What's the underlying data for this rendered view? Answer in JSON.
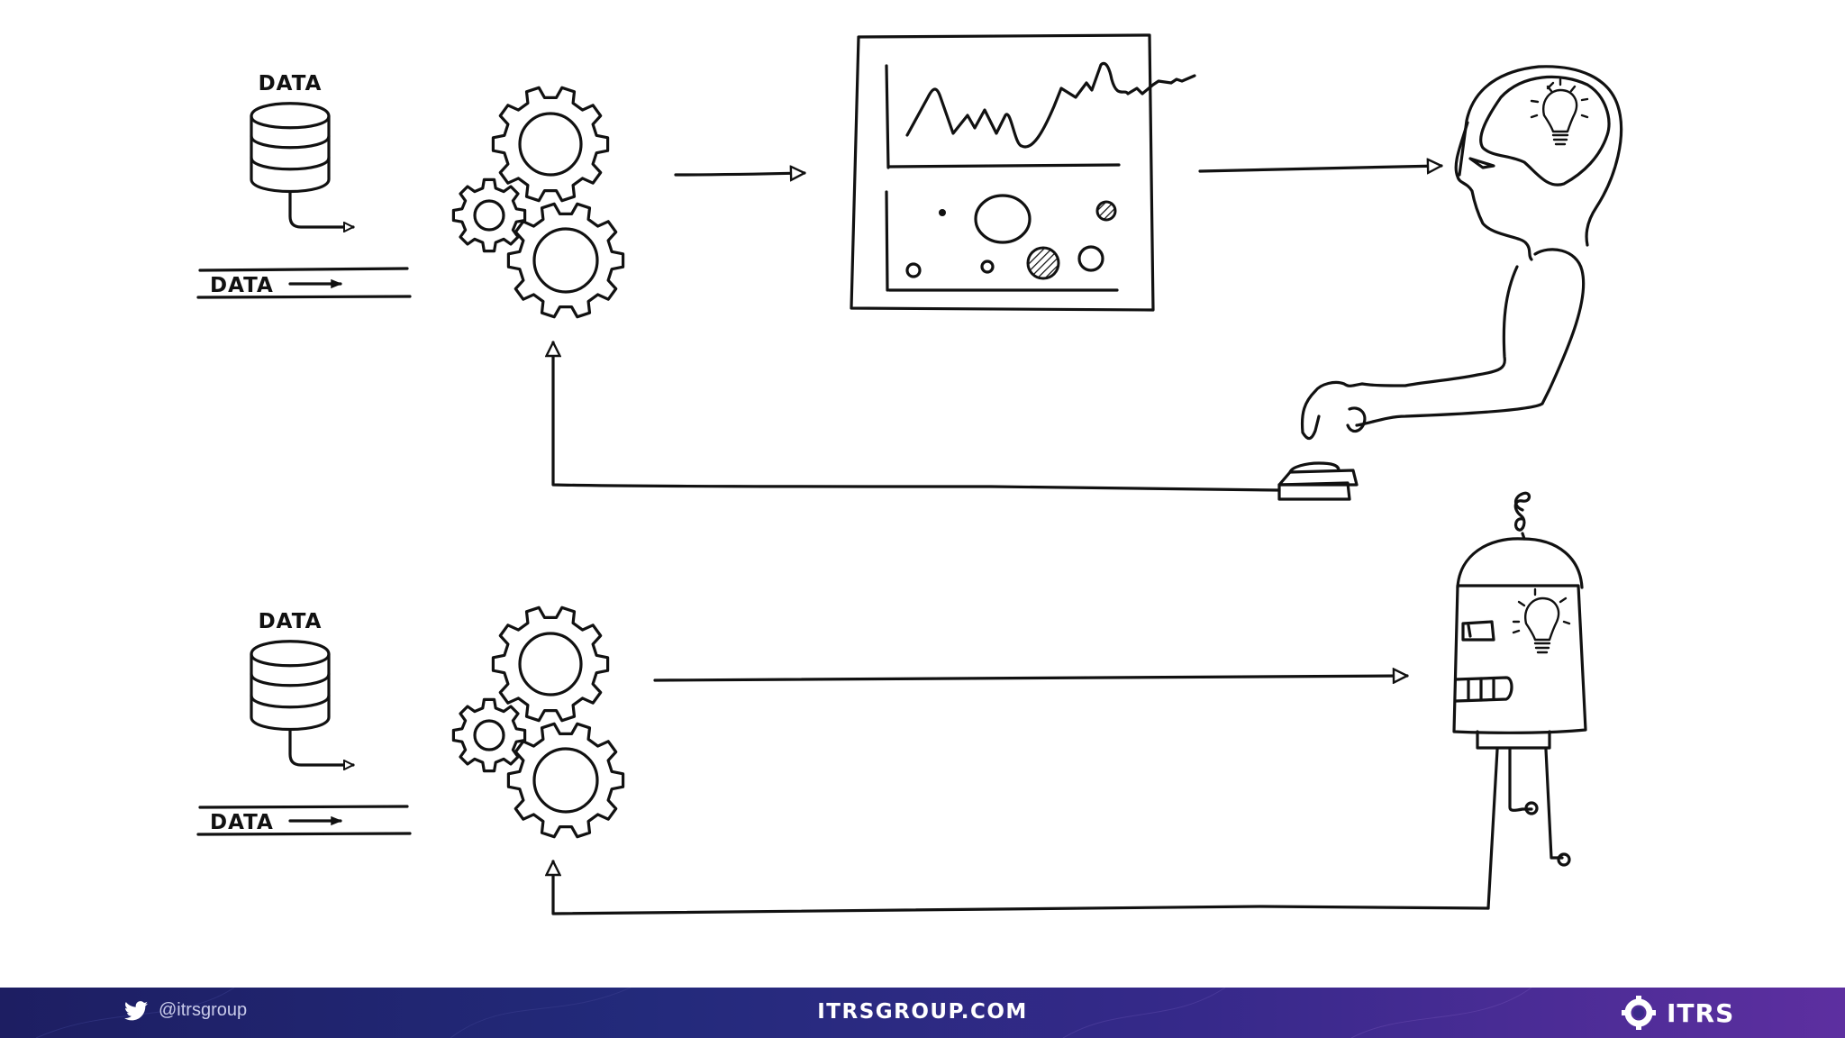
{
  "diagram": {
    "top": {
      "database_label": "DATA",
      "stream_label": "DATA"
    },
    "bottom": {
      "database_label": "DATA",
      "stream_label": "DATA"
    }
  },
  "footer": {
    "twitter_handle": "@itrsgroup",
    "website": "ITRSGROUP.COM",
    "brand": "ITRS",
    "icons": [
      "twitter-icon",
      "itrs-logo-icon"
    ]
  },
  "colors": {
    "ink": "#111111",
    "footer_start": "#1d1e62",
    "footer_end": "#5d2fa0"
  }
}
